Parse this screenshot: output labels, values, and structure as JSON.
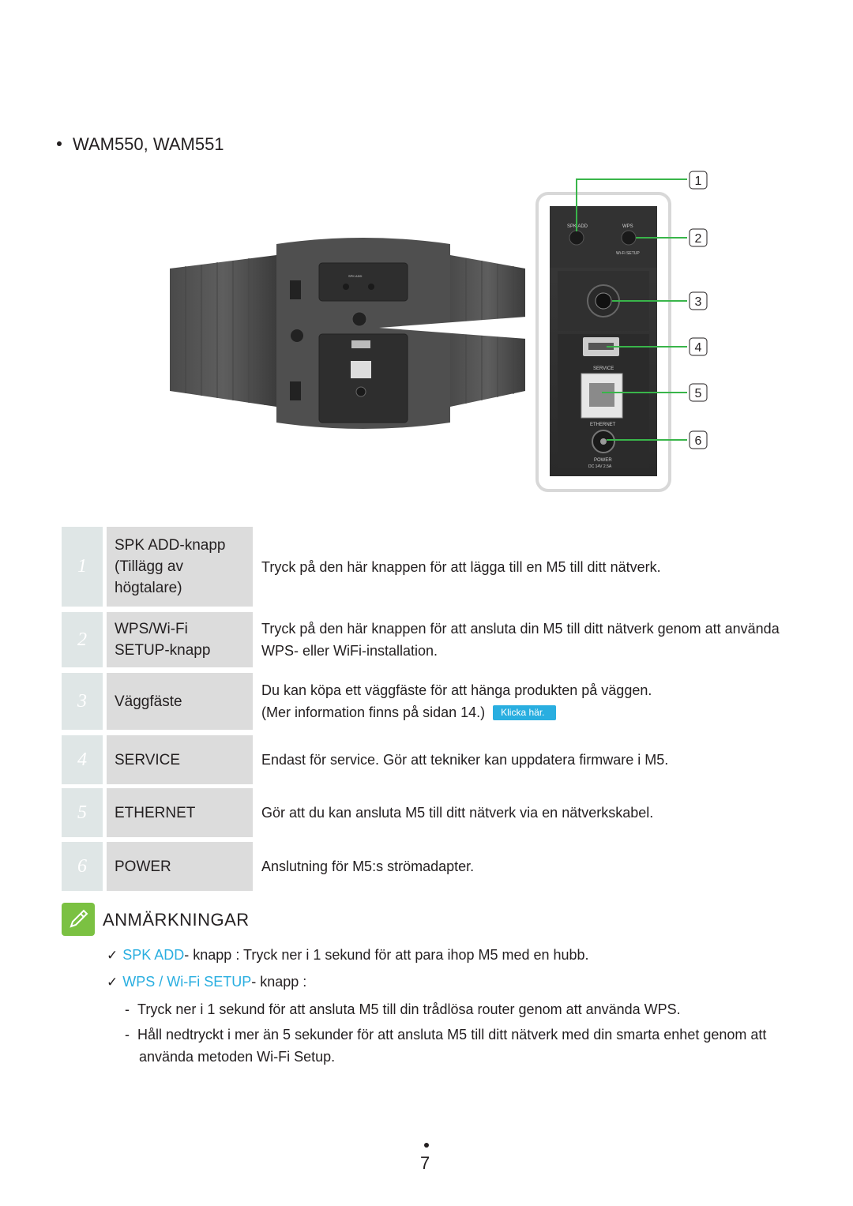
{
  "models": "WAM550, WAM551",
  "illustration": {
    "panel_labels": {
      "spk_add": "SPK ADD",
      "wps": "WPS",
      "wifi_setup": "Wi-Fi SETUP",
      "service": "SERVICE",
      "ethernet": "ETHERNET",
      "power": "POWER",
      "power_rating": "DC 14V 2.5A"
    },
    "callouts": [
      "1",
      "2",
      "3",
      "4",
      "5",
      "6"
    ],
    "line_color": "#39b54a"
  },
  "table": {
    "rows": [
      {
        "num": "1",
        "label_lines": [
          "SPK ADD-knapp",
          "(Tillägg av",
          "högtalare)"
        ],
        "desc_lines": [
          "Tryck på den här knappen för att lägga till en M5 till ditt nätverk."
        ]
      },
      {
        "num": "2",
        "label_lines": [
          "WPS/Wi-Fi",
          "SETUP-knapp"
        ],
        "desc_lines": [
          "Tryck på den här knappen för att ansluta din M5 till ditt nätverk genom att använda",
          "WPS- eller WiFi-installation."
        ]
      },
      {
        "num": "3",
        "label_lines": [
          "Väggfäste"
        ],
        "desc_lines": [
          "Du kan köpa ett väggfäste för att hänga produkten på väggen.",
          "(Mer information finns på sidan 14.)"
        ],
        "link": "Klicka här."
      },
      {
        "num": "4",
        "label_lines": [
          "SERVICE"
        ],
        "desc_lines": [
          "Endast för service. Gör att tekniker kan uppdatera firmware i M5."
        ]
      },
      {
        "num": "5",
        "label_lines": [
          "ETHERNET"
        ],
        "desc_lines": [
          "Gör att du kan ansluta M5 till ditt nätverk via en nätverkskabel."
        ]
      },
      {
        "num": "6",
        "label_lines": [
          "POWER"
        ],
        "desc_lines": [
          "Anslutning för M5:s strömadapter."
        ]
      }
    ]
  },
  "notes": {
    "title": "ANMÄRKNINGAR",
    "item1_highlight": "SPK ADD",
    "item1_text": "- knapp : Tryck ner i 1 sekund för att para ihop M5 med en hubb.",
    "item2_highlight": "WPS / Wi-Fi SETUP",
    "item2_text": "- knapp :",
    "sub1": "Tryck ner i 1 sekund för att ansluta M5 till din trådlösa router genom att använda WPS.",
    "sub2_line1": "Håll nedtryckt i mer än 5 sekunder för att ansluta M5 till ditt nätverk med din smarta enhet genom att",
    "sub2_line2": "använda metoden Wi-Fi Setup."
  },
  "colors": {
    "accent_blue": "#29aee0",
    "note_green": "#7bc142",
    "number_bg": "#dfe6e6",
    "label_bg": "#dcdcdc"
  },
  "page_number": "7"
}
